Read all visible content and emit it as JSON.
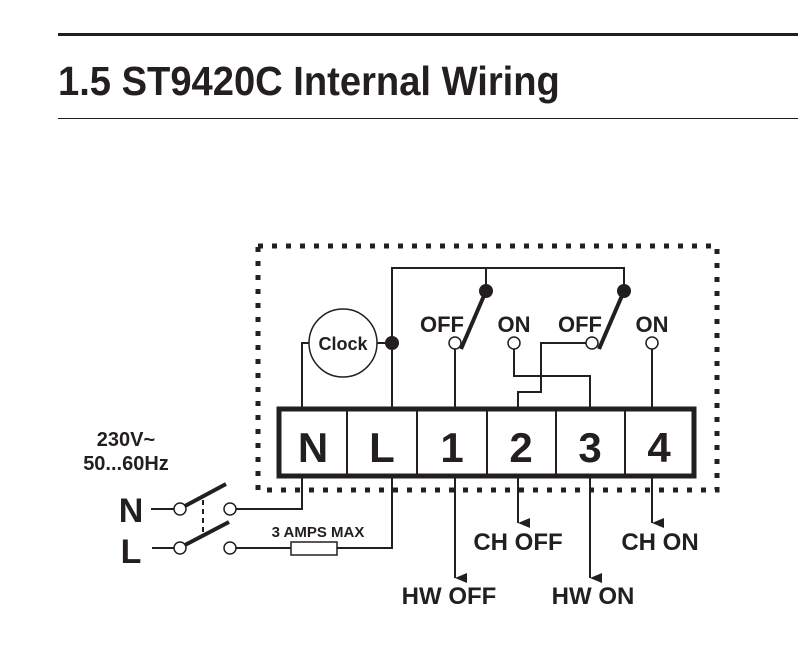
{
  "header": {
    "title": "1.5 ST9420C Internal Wiring"
  },
  "diagram": {
    "clock_label": "Clock",
    "terminals": [
      "N",
      "L",
      "1",
      "2",
      "3",
      "4"
    ],
    "switches": [
      {
        "off_label": "OFF",
        "on_label": "ON"
      },
      {
        "off_label": "OFF",
        "on_label": "ON"
      }
    ],
    "supply": {
      "voltage": "230V~",
      "frequency": "50...60Hz",
      "neutral_label": "N",
      "live_label": "L",
      "fuse_label": "3 AMPS MAX"
    },
    "outputs": [
      {
        "terminal": "1",
        "label": "HW OFF"
      },
      {
        "terminal": "2",
        "label": "CH OFF"
      },
      {
        "terminal": "3",
        "label": "HW ON"
      },
      {
        "terminal": "4",
        "label": "CH ON"
      }
    ],
    "colors": {
      "ink": "#231f20",
      "background": "#ffffff"
    }
  }
}
